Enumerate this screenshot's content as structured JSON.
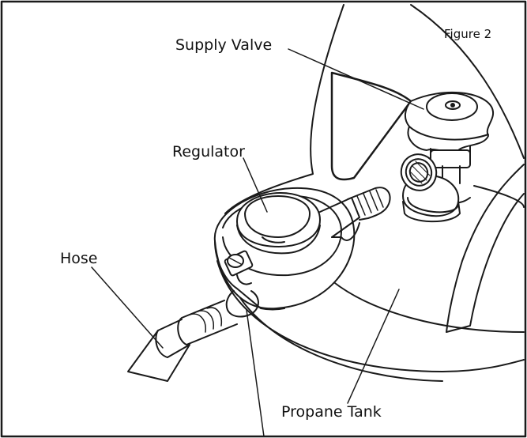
{
  "figure": {
    "label": "Figure 2"
  },
  "labels": {
    "supply_valve": "Supply Valve",
    "regulator": "Regulator",
    "hose": "Hose",
    "propane_tank": "Propane Tank"
  },
  "colors": {
    "line": "#1a1a1a",
    "background": "#ffffff"
  }
}
